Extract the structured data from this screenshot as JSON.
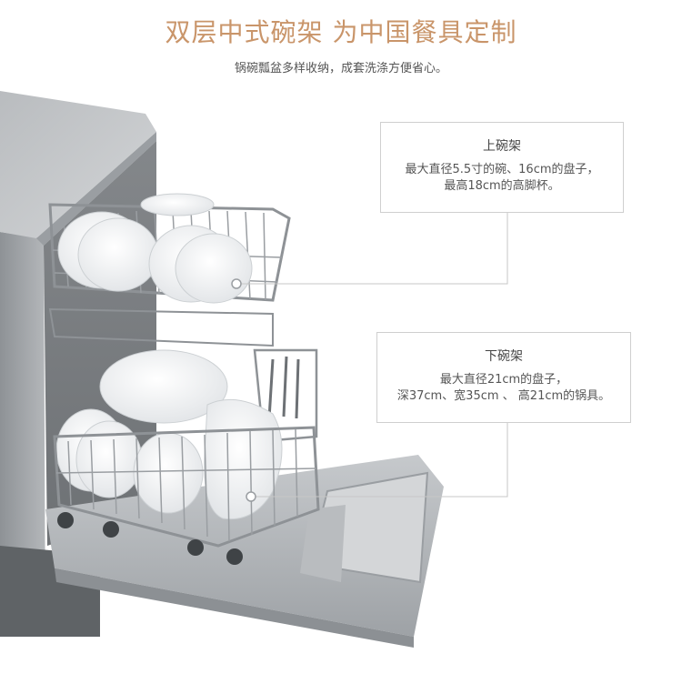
{
  "header": {
    "title": "双层中式碗架 为中国餐具定制",
    "subtitle": "锅碗瓢盆多样收纳，成套洗涤方便省心。"
  },
  "callouts": {
    "upper": {
      "title": "上碗架",
      "line1": "最大直径5.5寸的碗、16cm的盘子，",
      "line2": "最高18cm的高脚杯。"
    },
    "lower": {
      "title": "下碗架",
      "line1": "最大直径21cm的盘子，",
      "line2": "深37cm、宽35cm 、 高21cm的锅具。"
    }
  },
  "colors": {
    "title": "#c9956a",
    "steel": "#a9acaf",
    "steel_dark": "#7f8387",
    "line": "#c7c7c7"
  }
}
